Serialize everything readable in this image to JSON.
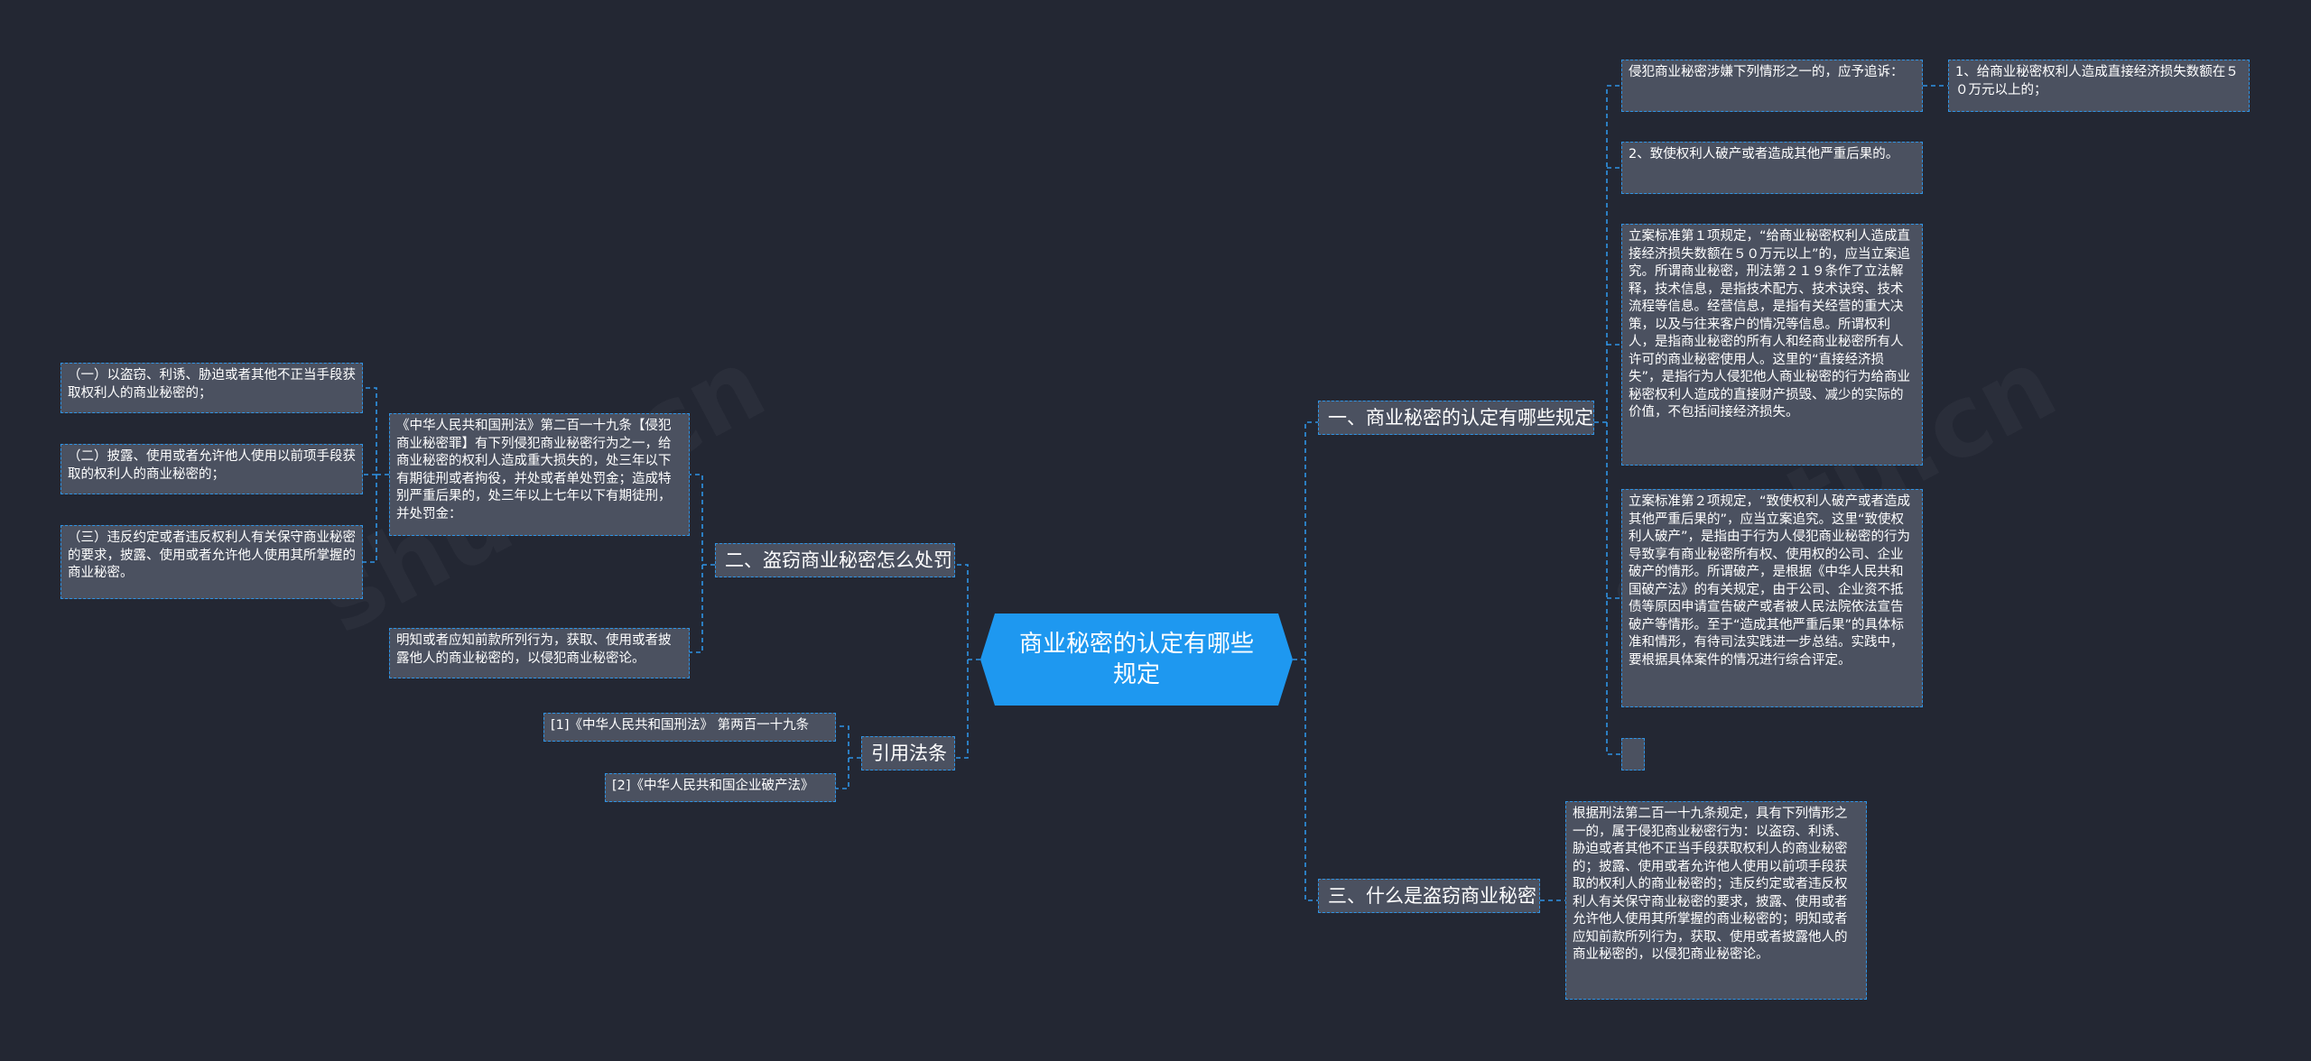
{
  "root": {
    "title": "商业秘密的认定有哪些规定"
  },
  "branches": {
    "b1": "一、商业秘密的认定有哪些规定",
    "b2": "二、盗窃商业秘密怎么处罚",
    "b3": "引用法条",
    "b4": "三、什么是盗窃商业秘密"
  },
  "b1_children": {
    "criteria_intro": "侵犯商业秘密涉嫌下列情形之一的，应予追诉：",
    "criteria_1": "1、给商业秘密权利人造成直接经济损失数额在５０万元以上的；",
    "criteria_2": "2、致使权利人破产或者造成其他严重后果的。",
    "standard_1": "立案标准第１项规定，“给商业秘密权利人造成直接经济损失数额在５０万元以上”的，应当立案追究。所谓商业秘密，刑法第２１９条作了立法解释，技术信息，是指技术配方、技术诀窍、技术流程等信息。经营信息，是指有关经营的重大决策，以及与往来客户的情况等信息。所谓权利人，是指商业秘密的所有人和经商业秘密所有人许可的商业秘密使用人。这里的“直接经济损失”，是指行为人侵犯他人商业秘密的行为给商业秘密权利人造成的直接财产损毁、减少的实际的价值，不包括间接经济损失。",
    "standard_2": "立案标准第２项规定，“致使权利人破产或者造成其他严重后果的”，应当立案追究。这里“致使权利人破产”，是指由于行为人侵犯商业秘密的行为导致享有商业秘密所有权、使用权的公司、企业破产的情形。所谓破产，是根据《中华人民共和国破产法》的有关规定，由于公司、企业资不抵债等原因申请宣告破产或者被人民法院依法宣告破产等情形。至于“造成其他严重后果”的具体标准和情形，有待司法实践进一步总结。实践中，要根据具体案件的情况进行综合评定。",
    "empty": ""
  },
  "b2_children": {
    "law_text": "《中华人民共和国刑法》第二百一十九条【侵犯商业秘密罪】有下列侵犯商业秘密行为之一，给商业秘密的权利人造成重大损失的，处三年以下有期徒刑或者拘役，并处或者单处罚金；造成特别严重后果的，处三年以上七年以下有期徒刑，并处罚金：",
    "act_1": "（一）以盗窃、利诱、胁迫或者其他不正当手段获取权利人的商业秘密的；",
    "act_2": "（二）披露、使用或者允许他人使用以前项手段获取的权利人的商业秘密的；",
    "act_3": "（三）违反约定或者违反权利人有关保守商业秘密的要求，披露、使用或者允许他人使用其所掌握的商业秘密。",
    "knowing": "明知或者应知前款所列行为，获取、使用或者披露他人的商业秘密的，以侵犯商业秘密论。"
  },
  "b3_children": {
    "ref_1": "[1]《中华人民共和国刑法》 第两百一十九条",
    "ref_2": "[2]《中华人民共和国企业破产法》"
  },
  "b4_children": {
    "definition": "根据刑法第二百一十九条规定，具有下列情形之一的，属于侵犯商业秘密行为：以盗窃、利诱、胁迫或者其他不正当手段获取权利人的商业秘密的；披露、使用或者允许他人使用以前项手段获取的权利人的商业秘密的；违反约定或者违反权利人有关保守商业秘密的要求，披露、使用或者允许他人使用其所掌握的商业秘密的；明知或者应知前款所列行为，获取、使用或者披露他人的商业秘密的，以侵犯商业秘密论。"
  },
  "colors": {
    "background": "#232733",
    "node_fill": "#4b5160",
    "edge": "#2e94e6",
    "root_fill": "#1e98f0"
  }
}
